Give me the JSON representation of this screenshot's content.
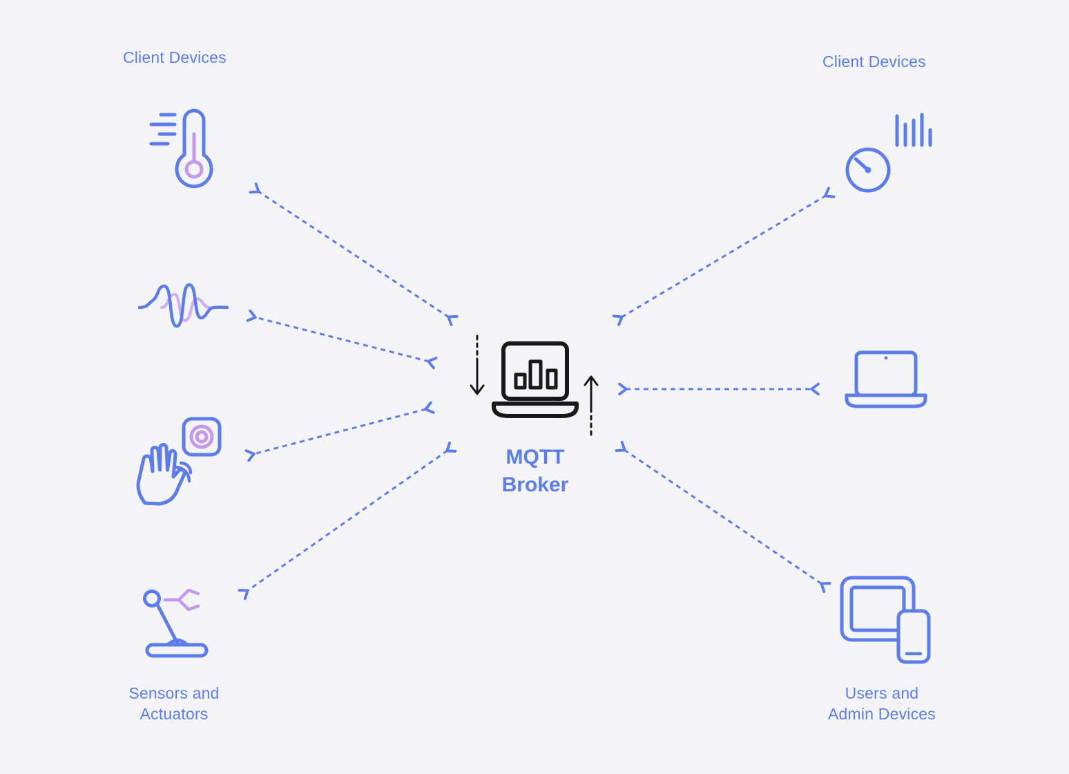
{
  "labels": {
    "client_devices_left": "Client Devices",
    "client_devices_right": "Client Devices",
    "sensors_line1": "Sensors and",
    "sensors_line2": "Actuators",
    "users_line1": "Users and",
    "users_line2": "Admin Devices",
    "broker_line1": "MQTT",
    "broker_line2": "Broker"
  },
  "nodes": {
    "center": {
      "id": "mqtt-broker",
      "icon": "mqtt-broker-laptop-chart-icon"
    },
    "left": [
      {
        "id": "thermometer",
        "icon": "thermometer-icon"
      },
      {
        "id": "sound-wave",
        "icon": "sound-wave-icon"
      },
      {
        "id": "hand-sensor",
        "icon": "hand-proximity-sensor-icon"
      },
      {
        "id": "actuator",
        "icon": "joystick-actuator-icon"
      }
    ],
    "right": [
      {
        "id": "gauge",
        "icon": "gauge-meter-icon"
      },
      {
        "id": "laptop",
        "icon": "laptop-icon"
      },
      {
        "id": "tablet-phone",
        "icon": "tablet-and-phone-icon"
      }
    ]
  },
  "connections": [
    {
      "from": "mqtt-broker",
      "to": "thermometer",
      "style": "dashed-double-arrow"
    },
    {
      "from": "mqtt-broker",
      "to": "sound-wave",
      "style": "dashed-double-arrow"
    },
    {
      "from": "mqtt-broker",
      "to": "hand-sensor",
      "style": "dashed-double-arrow"
    },
    {
      "from": "mqtt-broker",
      "to": "actuator",
      "style": "dashed-double-arrow"
    },
    {
      "from": "mqtt-broker",
      "to": "gauge",
      "style": "dashed-double-arrow"
    },
    {
      "from": "mqtt-broker",
      "to": "laptop",
      "style": "dashed-double-arrow"
    },
    {
      "from": "mqtt-broker",
      "to": "tablet-phone",
      "style": "dashed-double-arrow"
    },
    {
      "from": "above",
      "to": "mqtt-broker",
      "style": "black-down-arrow"
    },
    {
      "from": "mqtt-broker",
      "to": "above",
      "style": "black-up-arrow"
    }
  ],
  "colors": {
    "background": "#f4f4f6",
    "accent_blue": "#5c7ce9",
    "accent_purple": "#c39ae9",
    "icon_black": "#17181d"
  }
}
